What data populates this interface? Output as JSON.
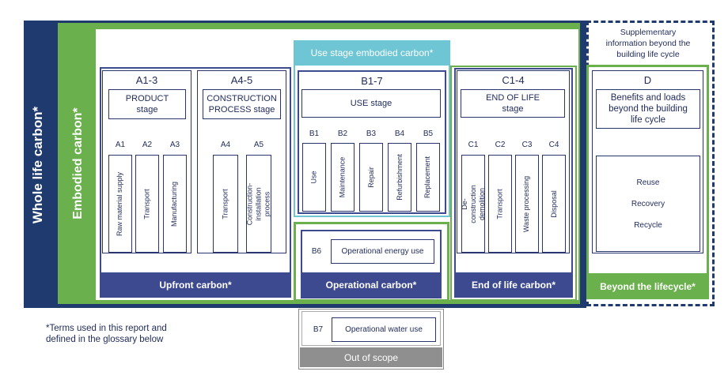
{
  "whole_life_label": "Whole life carbon*",
  "embodied_label": "Embodied carbon*",
  "use_stage_embodied_label": "Use stage embodied carbon*",
  "stages": {
    "a13": {
      "code": "A1-3",
      "title": "PRODUCT stage",
      "modules": [
        {
          "code": "A1",
          "label": "Raw material supply"
        },
        {
          "code": "A2",
          "label": "Transport"
        },
        {
          "code": "A3",
          "label": "Manufacturing"
        }
      ]
    },
    "a45": {
      "code": "A4-5",
      "title": "CONSTRUCTION PROCESS stage",
      "modules": [
        {
          "code": "A4",
          "label": "Transport"
        },
        {
          "code": "A5",
          "label": "Construction- installation process"
        }
      ]
    },
    "b17": {
      "code": "B1-7",
      "title": "USE stage",
      "modules": [
        {
          "code": "B1",
          "label": "Use"
        },
        {
          "code": "B2",
          "label": "Maintenance"
        },
        {
          "code": "B3",
          "label": "Repair"
        },
        {
          "code": "B4",
          "label": "Refurbishment"
        },
        {
          "code": "B5",
          "label": "Replacement"
        }
      ]
    },
    "c14": {
      "code": "C1-4",
      "title": "END OF LIFE stage",
      "modules": [
        {
          "code": "C1",
          "label": "De-construction demolition"
        },
        {
          "code": "C2",
          "label": "Transport"
        },
        {
          "code": "C3",
          "label": "Waste processing"
        },
        {
          "code": "C4",
          "label": "Disposal"
        }
      ]
    },
    "d": {
      "code": "D",
      "title": "Benefits and loads beyond the building life cycle",
      "items": [
        "Reuse",
        "Recovery",
        "Recycle"
      ]
    }
  },
  "operational": {
    "b6_code": "B6",
    "b6_label": "Operational energy use",
    "b7_code": "B7",
    "b7_label": "Operational water use"
  },
  "footers": {
    "upfront": "Upfront carbon*",
    "operational": "Operational carbon*",
    "end_of_life": "End of life carbon*",
    "beyond": "Beyond the lifecycle*",
    "out_of_scope": "Out of scope"
  },
  "supplementary_note": "Supplementary information beyond the building life cycle",
  "footnote": "*Terms used in this report and defined in the glossary below",
  "colors": {
    "navy": "#1e3a6e",
    "green": "#6ab04c",
    "teal": "#6ec6d4",
    "purple_bar": "#3d4a8f",
    "grey": "#8f8f8f"
  }
}
